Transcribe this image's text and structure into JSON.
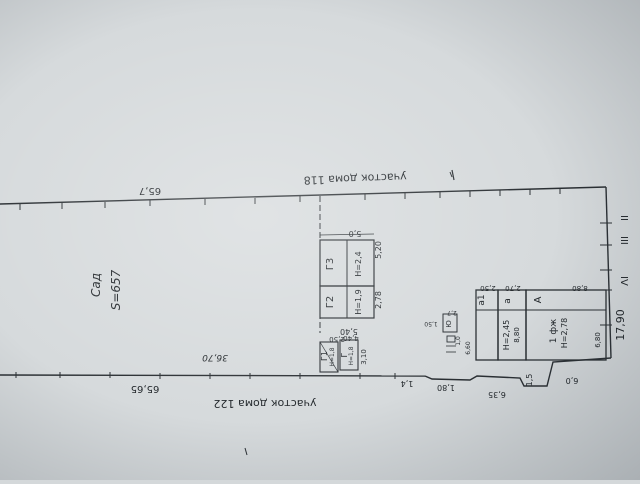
{
  "plan": {
    "neighbor_top": "участок дома 118",
    "neighbor_bottom": "участок дома 122",
    "garden_name": "Сад",
    "garden_area": "S=657",
    "dim_top_length": "65,7",
    "dim_bottom_length": "65,65",
    "dim_inner": "36,70",
    "dim_right_width": "17,90",
    "g3": {
      "label": "Г3",
      "height": "Н=2,4",
      "dim_top": "5,0",
      "dim_right": "5,20"
    },
    "g2": {
      "label": "Г2",
      "height": "Н=1,9",
      "dim_bottom": "5,40",
      "dim_right": "2,78"
    },
    "g1": {
      "label": "Г1",
      "height": "Н=1,8",
      "dim_top": "2,50"
    },
    "g": {
      "label": "Г",
      "height": "Н=1,8",
      "dim_top": "4,40",
      "dim_right": "3,10"
    },
    "well": {
      "label": "Ю",
      "dim_a": "2,7",
      "dim_b": "1,50",
      "dim_c": "6,60",
      "dim_d": "1,0"
    },
    "house": {
      "a1_label": "а1",
      "a1_dim": "2,50",
      "a_label": "а",
      "a_height": "Н=2,45",
      "a_dim_top": "2,70",
      "a_dim_bottom": "8,80",
      "A_label": "А",
      "A_floors": "1 фж",
      "A_height": "Н=2,78",
      "A_dim_top": "8,80",
      "A_dim_bottom": "6,80"
    },
    "front": {
      "d1": "1,4",
      "d2": "1,80",
      "d3": "6,35",
      "d4": "1,5",
      "d5": "6,0"
    },
    "roman": [
      "II",
      "III",
      "IV"
    ]
  }
}
